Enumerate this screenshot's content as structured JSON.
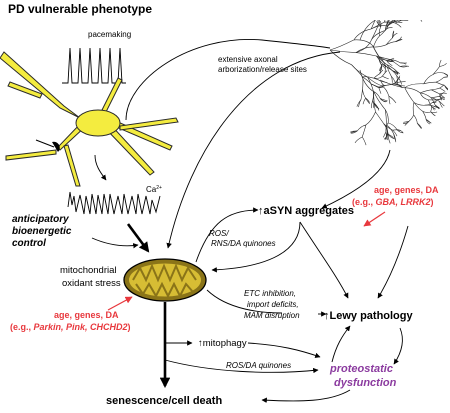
{
  "title": "PD vulnerable phenotype",
  "labels": {
    "pacemaking": "pacemaking",
    "axonal_line1": "extensive axonal",
    "axonal_line2": "arborization/release sites",
    "ca": "Ca",
    "ca_sup": "2+",
    "anticipatory_line1": "anticipatory",
    "anticipatory_line2": "bioenergetic",
    "anticipatory_line3": "control",
    "mito_line1": "mitochondrial",
    "mito_line2": "oxidant stress",
    "asyn": "aSYN aggregates",
    "ros_line1": "ROS/",
    "ros_line2": "RNS/DA quinones",
    "red_top_line1": "age, genes, DA",
    "red_top_e": "(e.g., ",
    "red_top_genes": "GBA, LRRK2",
    "red_top_close": ")",
    "red_bottom_line1": "age, genes, DA",
    "red_bottom_e": "(e.g., ",
    "red_bottom_genes": "Parkin, Pink, CHCHD2",
    "red_bottom_close": ")",
    "etc_line1": "ETC inhibition,",
    "etc_line2": "import deficits,",
    "etc_line3": "MAM disruption",
    "lewy": "Lewy pathology",
    "mitophagy": "mitophagy",
    "ros_da": "ROS/DA quinones",
    "proteo_line1": "proteostatic",
    "proteo_line2": "dysfunction",
    "senescence": "senescence/cell death"
  },
  "colors": {
    "neuron_fill": "#f4ec3f",
    "risk_text": "#e8383d",
    "proteostatic_text": "#8b3b9f",
    "mito_outer": "#d7bd34",
    "mito_inner": "#8a7418"
  },
  "icons": {
    "up_arrow": "↑"
  }
}
